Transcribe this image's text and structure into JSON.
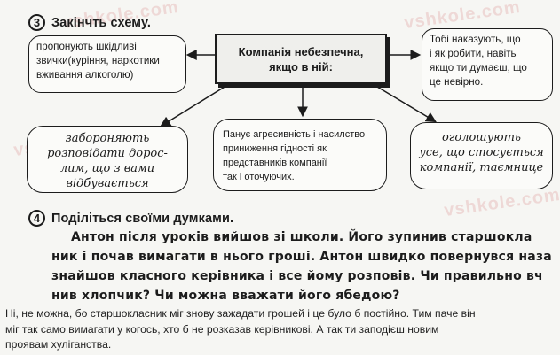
{
  "watermark": "vshkole.com",
  "task3": {
    "number": "3",
    "title": "Закінчть схему.",
    "center": {
      "line1": "Компанія небезпечна,",
      "line2": "якщо в ній:"
    },
    "top_left": {
      "lines": [
        "пропонують шкідливі",
        "звички(куріння, наркотики",
        "вживання алкоголю)"
      ]
    },
    "top_right": {
      "lines": [
        "Тобі наказують, що",
        "і як робити, навіть",
        "якщо ти думаєш, що",
        "це невірно."
      ]
    },
    "bottom_left": {
      "lines": [
        "забороняють",
        "розповідати дорос-",
        "лим, що з вами",
        "відбувається"
      ]
    },
    "bottom_middle": {
      "lines": [
        "Панує агресивність і насилство",
        "приниження гідності як",
        "представників компанії",
        "так і оточуючих."
      ]
    },
    "bottom_right": {
      "lines": [
        "оголошують",
        "усе, що стосується",
        "компанії, таємнице"
      ]
    }
  },
  "task4": {
    "number": "4",
    "title": "Поділіться своїми думками.",
    "story_lines": [
      "Антон після уроків вийшов зі школи. Його зупинив старшокла",
      "ник і почав вимагати в нього гроші. Антон швидко повернувся наза",
      "знайшов класного керівника і все йому розповів. Чи правильно вч",
      "нив хлопчик? Чи можна вважати його ябедою?"
    ],
    "answer_lines": [
      "Ні, не можна, бо старшокласник міг знову зажадати грошей і це було б постійно. Тим паче він",
      "міг так само вимагати у когось, хто б не розказав керівникові. А так ти заподієш новим",
      "проявам хуліганства."
    ]
  }
}
